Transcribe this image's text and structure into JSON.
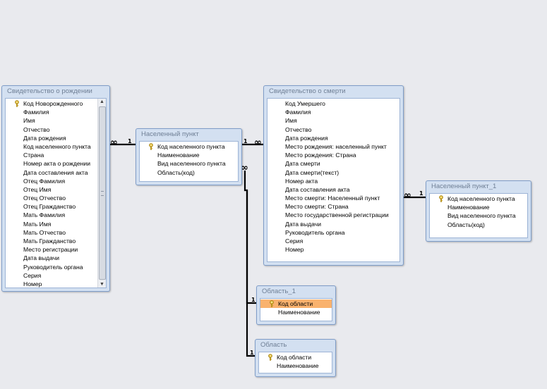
{
  "tables": {
    "birth_certificate": {
      "title": "Свидетельство о рождении",
      "fields": [
        {
          "name": "Код Новорожденного",
          "key": true
        },
        {
          "name": "Фамилия"
        },
        {
          "name": "Имя"
        },
        {
          "name": "Отчество"
        },
        {
          "name": "Дата рождения"
        },
        {
          "name": "Код населенного пункта"
        },
        {
          "name": "Страна"
        },
        {
          "name": "Номер акта о рождении"
        },
        {
          "name": "Дата составления акта"
        },
        {
          "name": "Отец Фамилия"
        },
        {
          "name": "Отец Имя"
        },
        {
          "name": "Отец Отчество"
        },
        {
          "name": "Отец Гражданство"
        },
        {
          "name": "Мать Фамилия"
        },
        {
          "name": "Мать Имя"
        },
        {
          "name": "Мать Отчество"
        },
        {
          "name": "Мать Гражданство"
        },
        {
          "name": "Место регистрации"
        },
        {
          "name": "Дата выдачи"
        },
        {
          "name": "Руководитель органа"
        },
        {
          "name": "Серия"
        },
        {
          "name": "Номер"
        }
      ],
      "scroll_up_icon": "▲",
      "scroll_down_icon": "▼"
    },
    "settlement": {
      "title": "Населенный пункт",
      "fields": [
        {
          "name": "Код населенного пункта",
          "key": true
        },
        {
          "name": "Наименование"
        },
        {
          "name": "Вид населенного пункта"
        },
        {
          "name": "Область(код)"
        }
      ]
    },
    "death_certificate": {
      "title": "Свидетельство о смерти",
      "fields": [
        {
          "name": "Код Умершего"
        },
        {
          "name": "Фамилия"
        },
        {
          "name": "Имя"
        },
        {
          "name": "Отчество"
        },
        {
          "name": "Дата рождения"
        },
        {
          "name": "Место рождения: населенный пункт"
        },
        {
          "name": "Место рождения: Страна"
        },
        {
          "name": "Дата смерти"
        },
        {
          "name": "Дата смерти(текст)"
        },
        {
          "name": "Номер акта"
        },
        {
          "name": "Дата составления акта"
        },
        {
          "name": "Место смерти: Населенный пункт"
        },
        {
          "name": "Место смерти: Страна"
        },
        {
          "name": "Место государственной регистрации"
        },
        {
          "name": "Дата выдачи"
        },
        {
          "name": "Руководитель органа"
        },
        {
          "name": "Серия"
        },
        {
          "name": "Номер"
        }
      ]
    },
    "settlement_1": {
      "title": "Населенный пункт_1",
      "fields": [
        {
          "name": "Код населенного пункта",
          "key": true
        },
        {
          "name": "Наименование"
        },
        {
          "name": "Вид населенного пункта"
        },
        {
          "name": "Область(код)"
        }
      ]
    },
    "region_1": {
      "title": "Область_1",
      "fields": [
        {
          "name": "Код области",
          "key": true,
          "selected": true
        },
        {
          "name": "Наименование"
        }
      ]
    },
    "region": {
      "title": "Область",
      "fields": [
        {
          "name": "Код области",
          "key": true
        },
        {
          "name": "Наименование"
        }
      ]
    }
  },
  "relationship_symbols": {
    "one": "1",
    "many": "∞"
  },
  "colors": {
    "background": "#e9eaee",
    "table_header": "#d3e0f1",
    "table_border": "#7f9dc8",
    "selected_field": "#f9b26e",
    "key_icon": "#d4a92a",
    "relationship_line": "#000000"
  },
  "icons": {
    "primary_key": "key-icon",
    "scroll_up": "scroll-up-arrow",
    "scroll_down": "scroll-down-arrow"
  }
}
